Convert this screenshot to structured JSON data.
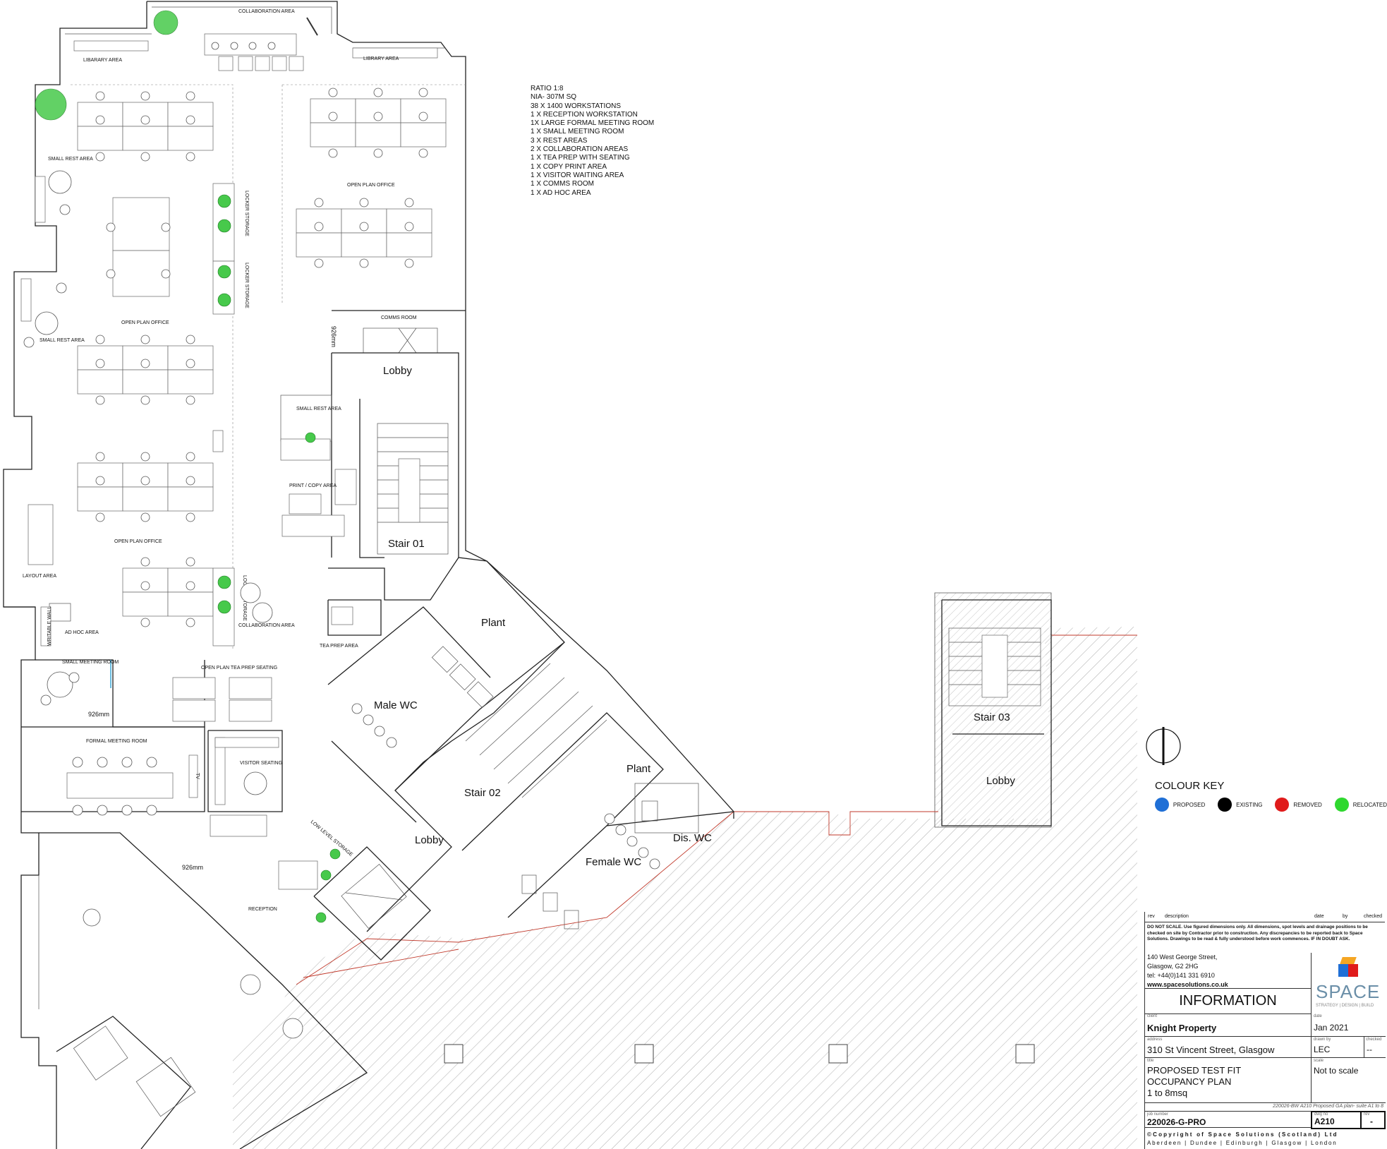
{
  "summary": {
    "lines": [
      "RATIO 1:8",
      "NIA- 307M SQ",
      "38 X 1400 WORKSTATIONS",
      "1 X RECEPTION WORKSTATION",
      "1X LARGE FORMAL MEETING ROOM",
      "1 X SMALL MEETING ROOM",
      "3 X REST AREAS",
      "2 X COLLABORATION AREAS",
      "1 X TEA PREP WITH SEATING",
      "1 X COPY PRINT AREA",
      "1 X VISITOR WAITING AREA",
      "1 X COMMS ROOM",
      "1 X AD HOC AREA"
    ]
  },
  "rooms": {
    "collab_top": "COLLABORATION AREA",
    "library_left": "LIBARARY AREA",
    "library_right": "LIBRARY AREA",
    "small_rest_1": "SMALL REST AREA",
    "small_rest_2": "SMALL REST AREA",
    "small_rest_3": "SMALL REST AREA",
    "open_plan_1": "OPEN PLAN OFFICE",
    "open_plan_2": "OPEN PLAN OFFICE",
    "open_plan_3": "OPEN PLAN OFFICE",
    "locker_1": "LOCKER STORAGE",
    "locker_2": "LOCKER STORAGE",
    "locker_3": "LOCKER STORAGE",
    "comms": "COMMS ROOM",
    "lobby_1": "Lobby",
    "stair_01": "Stair 01",
    "print_copy": "PRINT / COPY AREA",
    "layout_area": "LAYOUT AREA",
    "writable_wall": "WRITABLE WALL",
    "ad_hoc": "AD HOC AREA",
    "collab_2": "COLLABORATION AREA",
    "small_meeting": "SMALL MEETING ROOM",
    "tea_seating": "OPEN PLAN TEA PREP SEATING",
    "tea_prep": "TEA PREP AREA",
    "formal_meeting": "FORMAL MEETING ROOM",
    "visitor_seating": "VISITOR SEATING",
    "plant_1": "Plant",
    "male_wc": "Male WC",
    "stair_02": "Stair 02",
    "lobby_2": "Lobby",
    "plant_2": "Plant",
    "dis_wc": "Dis. WC",
    "female_wc": "Female WC",
    "low_storage": "LOW LEVEL STORAGE",
    "reception": "RECEPTION",
    "stair_03": "Stair 03",
    "lobby_3": "Lobby",
    "dim_1": "926mm",
    "dim_2": "926mm",
    "dim_3": "926mm",
    "tv": "TV"
  },
  "colour_key": {
    "title": "COLOUR KEY",
    "items": [
      {
        "label": "PROPOSED",
        "color": "#1f6fd6"
      },
      {
        "label": "EXISTING",
        "color": "#000000"
      },
      {
        "label": "REMOVED",
        "color": "#e01b1b"
      },
      {
        "label": "RELOCATED",
        "color": "#2fd82f"
      }
    ]
  },
  "title_block": {
    "col_rev": "rev",
    "col_description": "description",
    "col_date": "date",
    "col_by": "by",
    "col_checked": "checked",
    "disclaimer_1": "DO NOT SCALE. Use figured dimensions only. All dimensions, spot levels and drainage positions to be",
    "disclaimer_2": "checked on site by Contractor prior to construction. Any discrepancies to be reported back to Space",
    "disclaimer_3": "Solutions. Drawings to be read & fully understood before work commences. IF IN DOUBT ASK.",
    "address_1": "140 West George Street,",
    "address_2": "Glasgow, G2 2HG",
    "phone": "tel: +44(0)141 331 6910",
    "website": "www.spacesolutions.co.uk",
    "status": "INFORMATION",
    "logo_text": "SPACE",
    "logo_sub": "STRATEGY | DESIGN | BUILD",
    "label_client": "client",
    "client": "Knight Property",
    "label_date": "date",
    "date": "Jan 2021",
    "label_address": "address",
    "address": "310 St Vincent Street, Glasgow",
    "label_drawn": "drawn by",
    "drawn_by": "LEC",
    "label_checked": "checked",
    "checked": "--",
    "label_title": "title",
    "title_1": "PROPOSED TEST FIT",
    "title_2": "OCCUPANCY PLAN",
    "title_3": "1 to 8msq",
    "label_scale": "scale",
    "scale": "Not to scale",
    "file_ref": "220026-BW A210 Proposed GA plan- suite A1 to 8",
    "label_job": "job number",
    "job_number": "220026-G-PRO",
    "label_dwg": "dwg no",
    "dwg_no": "A210",
    "label_rev": "rev",
    "rev": "-",
    "copyright": "©Copyright of Space Solutions (Scotland) Ltd",
    "offices": "Aberdeen | Dundee | Edinburgh | Glasgow | London"
  }
}
